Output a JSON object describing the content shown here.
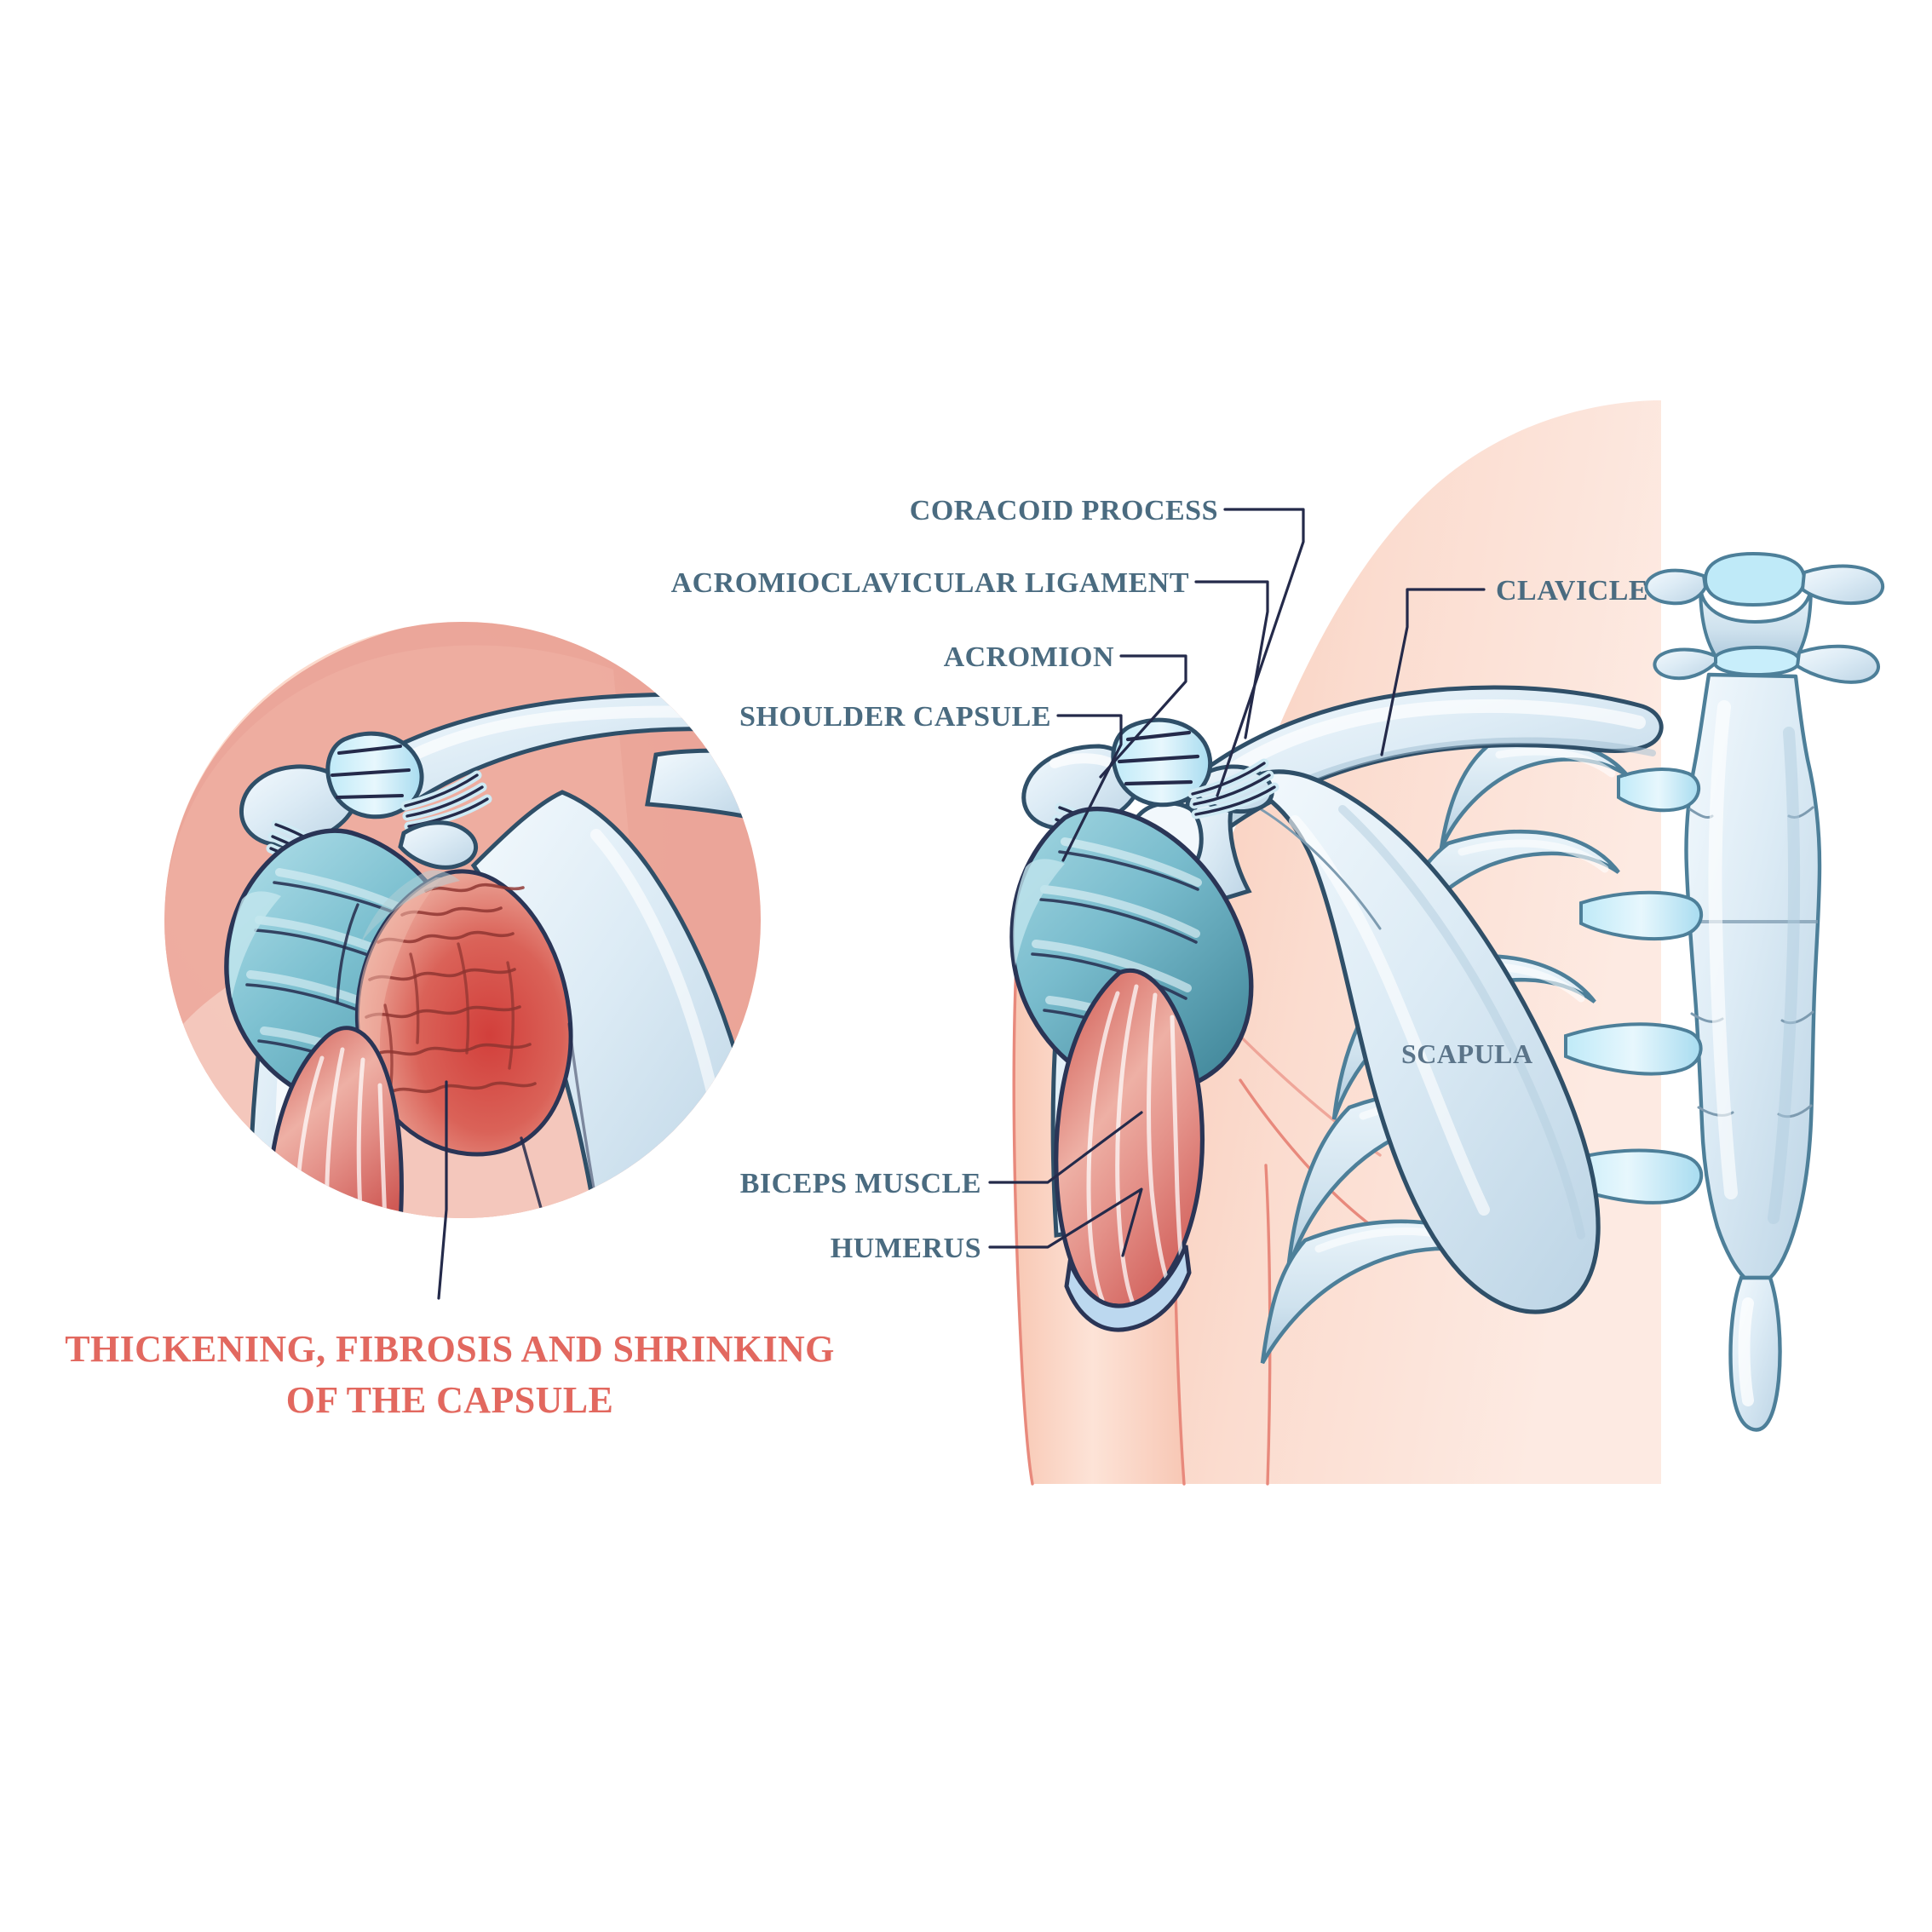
{
  "illustration": {
    "title": "Frozen shoulder / adhesive capsulitis anatomy diagram",
    "type": "medical-anatomical-diagram"
  },
  "inset": {
    "name": "magnified-capsule-inset",
    "caption_line1": "THICKENING, FIBROSIS AND SHRINKING",
    "caption_line2": "OF THE CAPSULE"
  },
  "labels": {
    "coracoid_process": "CORACOID PROCESS",
    "acromioclavicular_ligament": "ACROMIOCLAVICULAR LIGAMENT",
    "acromion": "ACROMION",
    "shoulder_capsule": "SHOULDER CAPSULE",
    "clavicle": "CLAVICLE",
    "scapula": "SCAPULA",
    "biceps_muscle": "BICEPS MUSCLE",
    "humerus": "HUMERUS"
  },
  "colors": {
    "label_blue": "#4a6b80",
    "caption_red": "#e2685f",
    "skin_light": "#fbdccf",
    "skin_mid": "#f9c6b2",
    "skin_deep": "#f0a593",
    "inset_bg_light": "#fbd7c8",
    "inset_bg_deep": "#e89c90",
    "bone_fill": "#dce9f2",
    "bone_shade": "#b8cfdf",
    "bone_outline": "#3d5a70",
    "capsule_teal": "#7fc0cf",
    "capsule_teal_deep": "#4d93a6",
    "muscle_red": "#d9655e",
    "muscle_light": "#f0b0a6",
    "fibrosis_red": "#d0453f",
    "ink": "#242a4a"
  },
  "anatomy_parts": [
    {
      "name": "clavicle",
      "kind": "bone"
    },
    {
      "name": "scapula",
      "kind": "bone"
    },
    {
      "name": "humerus",
      "kind": "bone"
    },
    {
      "name": "sternum",
      "kind": "bone"
    },
    {
      "name": "ribs",
      "kind": "bone"
    },
    {
      "name": "costal-cartilage",
      "kind": "cartilage"
    },
    {
      "name": "acromion",
      "kind": "bone-process"
    },
    {
      "name": "coracoid-process",
      "kind": "bone-process"
    },
    {
      "name": "acromioclavicular-ligament",
      "kind": "ligament"
    },
    {
      "name": "shoulder-capsule",
      "kind": "capsule"
    },
    {
      "name": "biceps-muscle",
      "kind": "muscle"
    }
  ]
}
